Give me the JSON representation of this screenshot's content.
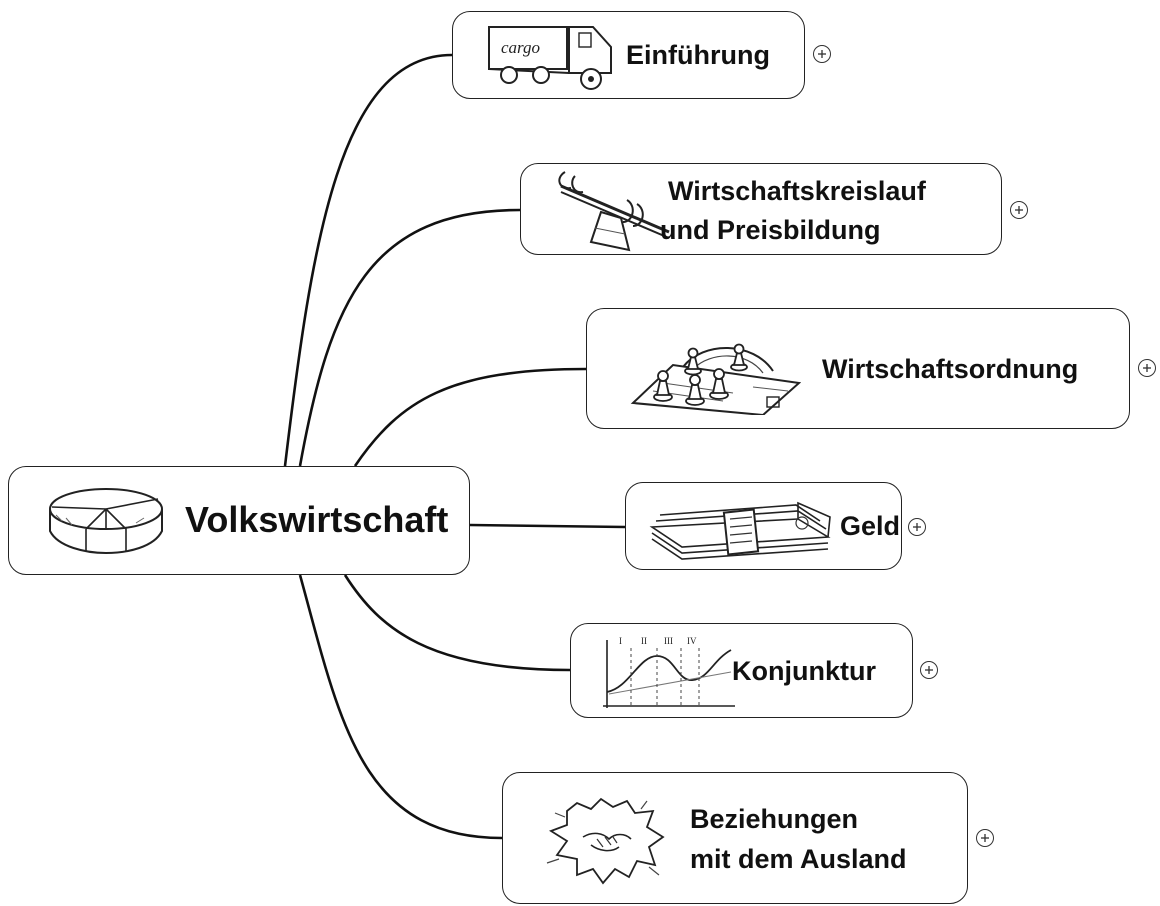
{
  "root": {
    "label": "Volkswirtschaft",
    "icon": "pie-chart-sketch-icon"
  },
  "branches": [
    {
      "id": "einfuehrung",
      "lines": [
        "Einführung"
      ],
      "icon": "cargo-truck-sketch-icon",
      "truck_text": "cargo",
      "collapsed": true
    },
    {
      "id": "wirtschaftskreislauf",
      "lines": [
        "Wirtschaftskreislauf",
        "und Preisbildung"
      ],
      "icon": "seesaw-sketch-icon",
      "collapsed": true
    },
    {
      "id": "wirtschaftsordnung",
      "lines": [
        "Wirtschaftsordnung"
      ],
      "icon": "board-game-pawns-sketch-icon",
      "collapsed": true
    },
    {
      "id": "geld",
      "lines": [
        "Geld"
      ],
      "icon": "money-stack-sketch-icon",
      "collapsed": true
    },
    {
      "id": "konjunktur",
      "lines": [
        "Konjunktur"
      ],
      "icon": "business-cycle-chart-sketch-icon",
      "chart_labels": [
        "I",
        "II",
        "III",
        "IV"
      ],
      "collapsed": true
    },
    {
      "id": "ausland",
      "lines": [
        "Beziehungen",
        "mit dem Ausland"
      ],
      "icon": "handshake-map-sketch-icon",
      "collapsed": true
    }
  ],
  "colors": {
    "line": "#111111",
    "border": "#222222",
    "background": "#ffffff"
  }
}
